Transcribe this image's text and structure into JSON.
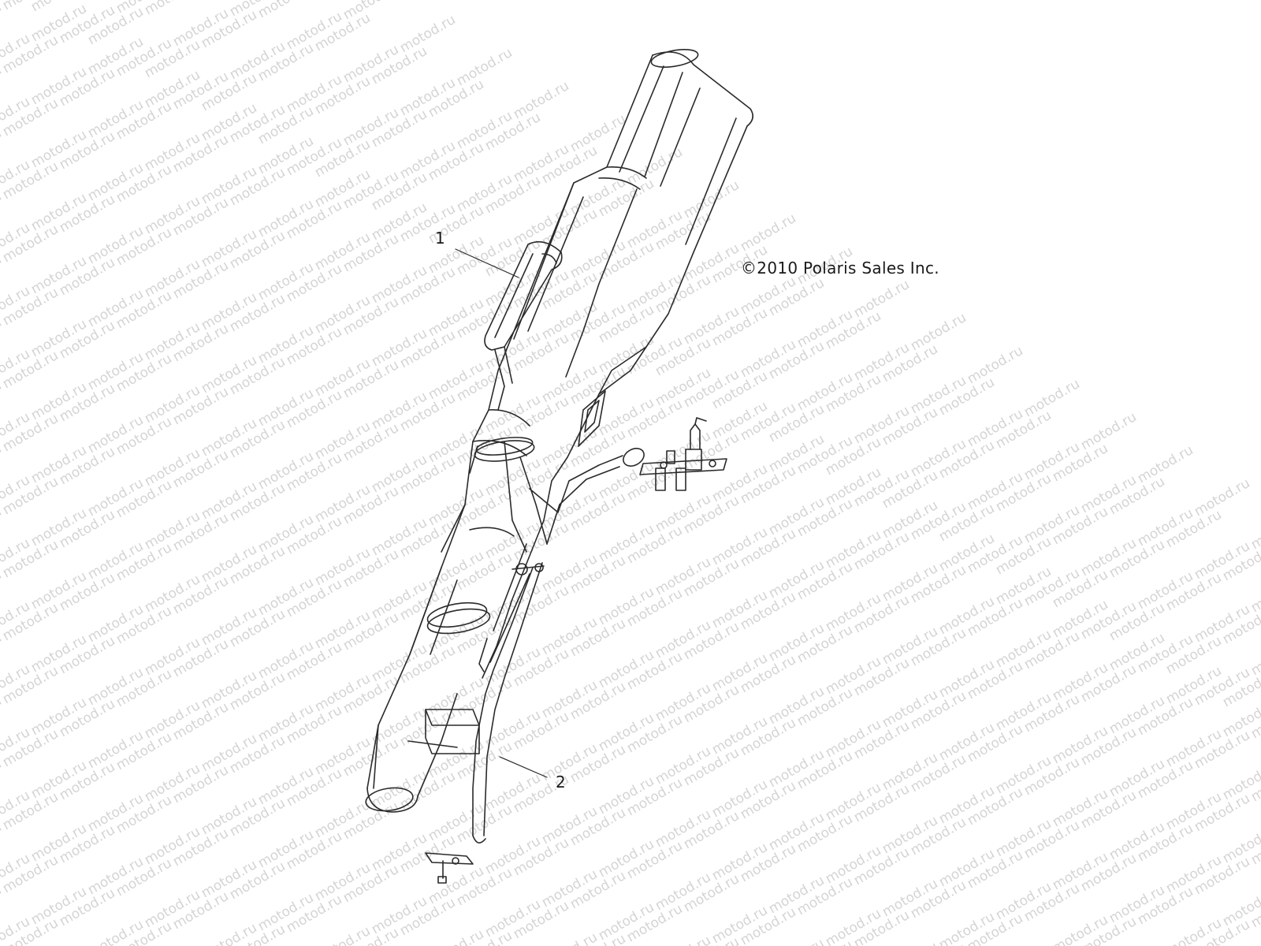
{
  "watermark": {
    "text": "motod.ru"
  },
  "callouts": [
    {
      "number": "1"
    },
    {
      "number": "2"
    }
  ],
  "copyright": "©2010 Polaris Sales Inc.",
  "colors": {
    "line": "#2a2a2a",
    "watermark": "#d4d4d4",
    "background": "#ffffff"
  }
}
